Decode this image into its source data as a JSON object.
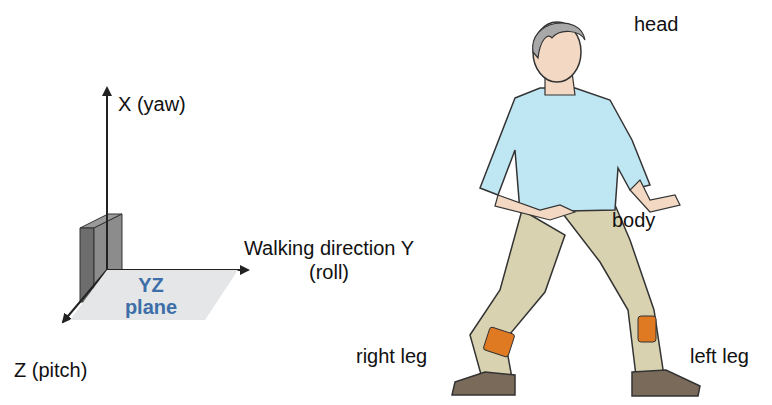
{
  "diagram": {
    "nodes": [
      {
        "text": [
          "YZ plane"
        ]
      }
    ],
    "labels": [
      "X (yaw)",
      "Walking direction Y (roll)",
      "Z (pitch)",
      "head",
      "body",
      "right leg",
      "left leg"
    ]
  }
}
